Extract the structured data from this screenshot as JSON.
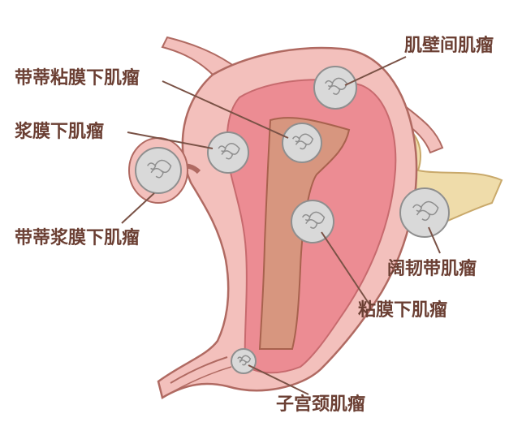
{
  "labels": {
    "pedunculated_submucosal": "带蒂粘膜下肌瘤",
    "intramural": "肌壁间肌瘤",
    "subserosal": "浆膜下肌瘤",
    "pedunculated_subserosal": "带蒂浆膜下肌瘤",
    "intraligamentary": "阔韧带肌瘤",
    "submucosal": "粘膜下肌瘤",
    "cervical": "子宫颈肌瘤"
  },
  "colors": {
    "label_text": "#6b3f33",
    "leader_line": "#7a5246",
    "outline": "#b06a62",
    "uterus_wall": "#f3c0bc",
    "endometrium": "#ec8c93",
    "cavity": "#d7967f",
    "ligament": "#efdcaa",
    "fibroid": "#d9d9d9",
    "fibroid_shadow": "#8f8f8f"
  }
}
